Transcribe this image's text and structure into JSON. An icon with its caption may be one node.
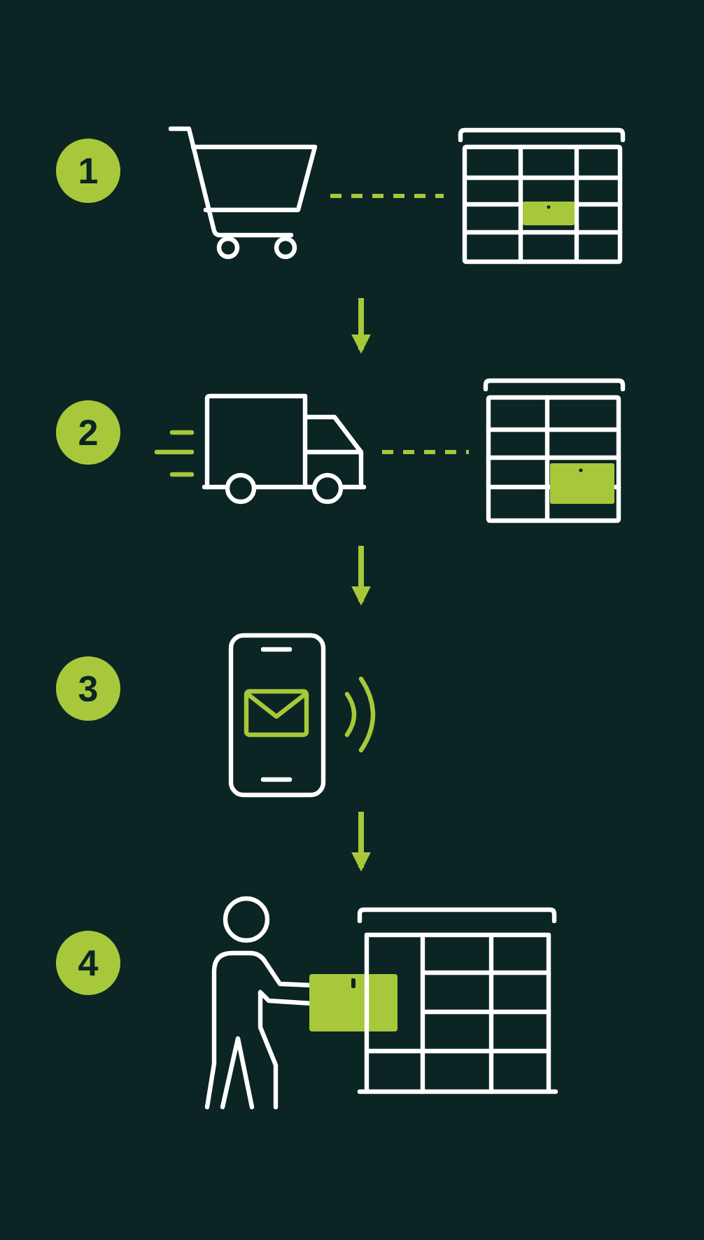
{
  "diagram": {
    "nodes": [
      {
        "text": [
          "1"
        ]
      },
      {
        "text": [],
        "shape": "picture"
      },
      {
        "text": [],
        "shape": "picture"
      },
      {
        "text": [
          "2"
        ]
      },
      {
        "text": [],
        "shape": "picture"
      },
      {
        "text": [],
        "shape": "picture"
      },
      {
        "text": [
          "3"
        ]
      },
      {
        "text": [],
        "shape": "picture"
      },
      {
        "text": [
          "4"
        ]
      },
      {
        "text": [],
        "shape": "picture"
      },
      {
        "text": [],
        "shape": "picture"
      }
    ],
    "edges": [
      {
        "from": 1,
        "to": 2,
        "arrow": "none",
        "style": "dashed"
      },
      {
        "from": 1,
        "to": 4,
        "arrow": "to"
      },
      {
        "from": 4,
        "to": 5,
        "arrow": "none",
        "style": "dashed"
      },
      {
        "from": 4,
        "to": 7,
        "arrow": "to"
      },
      {
        "from": 7,
        "to": 9,
        "arrow": "to"
      }
    ]
  }
}
